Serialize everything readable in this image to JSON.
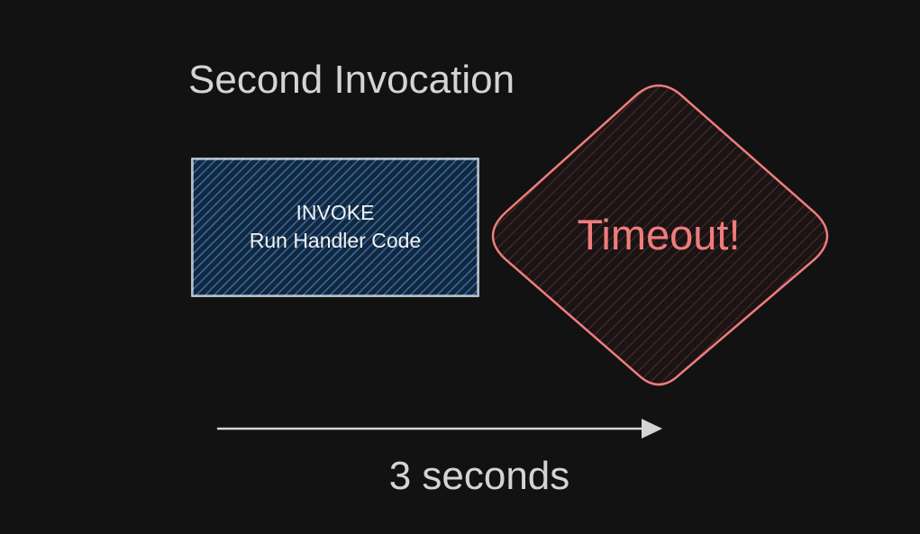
{
  "title": "Second Invocation",
  "invoke_box": {
    "line1": "INVOKE",
    "line2": "Run Handler Code",
    "fill_color": "#1f4a73",
    "stroke_color": "#e6eef5"
  },
  "timeout_diamond": {
    "label": "Timeout!",
    "stroke_color": "#f07c7c",
    "hatch_color": "#7a3a3a"
  },
  "duration_arrow": {
    "label": "3 seconds",
    "color": "#d4d4d4"
  },
  "colors": {
    "background": "#121212",
    "text": "#d4d4d4"
  }
}
